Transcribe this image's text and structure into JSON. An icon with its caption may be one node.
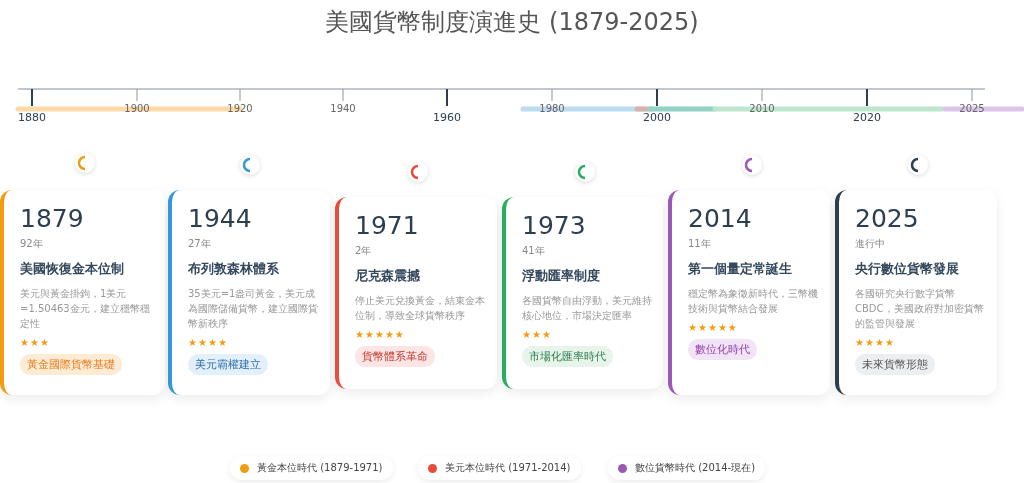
{
  "diagram": {
    "title": "美國貨幣制度演進史 (1879-2025)",
    "nodes": [
      {
        "text": [
          "1879",
          "92年",
          "美國恢復金本位制",
          "美元與黃金掛鉤，1美元=1.50463金元，建立穩幣穩定性",
          "★★★"
        ]
      },
      {
        "text": [
          "黃金國際貨幣基礎"
        ],
        "in": 0
      },
      {
        "text": [
          "1944",
          "27年",
          "布列敦森林體系",
          "35美元=1盎司黃金，美元成為國際儲備貨幣，建立國際貨幣新秩序",
          "★★★★"
        ]
      },
      {
        "text": [
          "美元霸權建立"
        ],
        "in": 2
      },
      {
        "text": [
          "1971",
          "2年",
          "尼克森震撼",
          "停止美元兌換黃金，結束金本位制，導致全球貨幣秩序",
          "★★★★★"
        ]
      },
      {
        "text": [
          "貨幣體系革命"
        ],
        "in": 4
      },
      {
        "text": [
          "1973",
          "41年",
          "浮動匯率制度",
          "各國貨幣自由浮動，美元維持核心地位，市場決定匯率",
          "★★★"
        ]
      },
      {
        "text": [
          "市場化匯率時代"
        ],
        "in": 6
      },
      {
        "text": [
          "2014",
          "11年",
          "第一個量定常誕生",
          "穩定幣為象徵新時代，三幣機技術與貨幣結合發展",
          "★★★★★"
        ]
      },
      {
        "text": [
          "數位化時代"
        ],
        "in": 8
      },
      {
        "text": [
          "2025",
          "進行中",
          "央行數位貨幣發展",
          "各國研究央行數字貨幣CBDC，美國政府對加密貨幣的監管與發展",
          "★★★★"
        ]
      },
      {
        "text": [
          "未來貨幣形態"
        ],
        "in": 10
      }
    ],
    "labels": [
      "1880",
      "1900",
      "1920",
      "1940",
      "1960",
      "1980",
      "2000",
      "2010",
      "2020",
      "2025"
    ],
    "legend": [
      {
        "text": "黃金本位時代 (1879-1971)",
        "color": "#f39c12"
      },
      {
        "text": "美元本位時代 (1971-2014)",
        "color": "#e74c3c"
      },
      {
        "text": "數位貨幣時代 (2014-現在)",
        "color": "#9b59b6"
      }
    ]
  }
}
